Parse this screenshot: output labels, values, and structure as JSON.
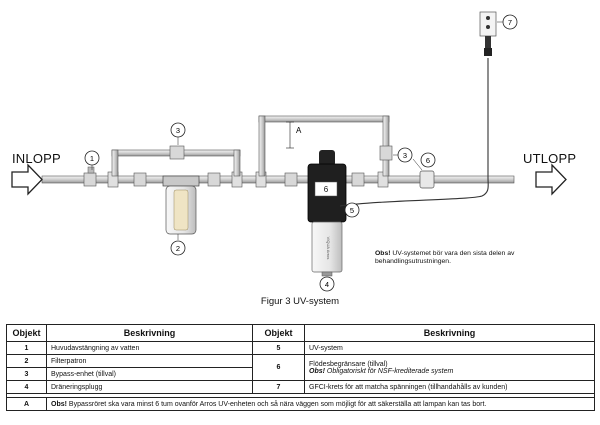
{
  "diagram": {
    "inlet_label": "INLOPP",
    "outlet_label": "UTLOPP",
    "callouts": [
      "1",
      "2",
      "3",
      "3",
      "4",
      "5",
      "6",
      "7"
    ],
    "dimension_label": "A",
    "screen_value": "6",
    "brand_text": "VIQUA Arros",
    "note_bold": "Obs!",
    "note_text": "UV-systemet bör vara den sista delen av behandlingsutrustningen."
  },
  "caption": "Figur 3 UV-system",
  "table": {
    "headers": [
      "Objekt",
      "Beskrivning",
      "Objekt",
      "Beskrivning"
    ],
    "rows": [
      {
        "n1": "1",
        "d1": "Huvudavstängning av vatten",
        "n2": "5",
        "d2": "UV-system"
      },
      {
        "n1": "2",
        "d1": "Filterpatron",
        "n2": "6",
        "d2a": "Flödesbegränsare (tillval)",
        "d2b_bold": "Obs!",
        "d2b": "Obligatoriskt för NSF-krediterade system"
      },
      {
        "n1": "3",
        "d1": "Bypass-enhet (tillval)"
      },
      {
        "n1": "4",
        "d1": "Dräneringsplugg",
        "n2": "7",
        "d2": "GFCI-krets för att matcha spänningen (tillhandahålls av kunden)"
      }
    ],
    "footer": {
      "n": "A",
      "bold": "Obs!",
      "text": "Bypassröret ska vara minst 6 tum ovanför Arros UV-enheten och så nära väggen som möjligt för att säkerställa att lampan kan tas bort."
    }
  }
}
